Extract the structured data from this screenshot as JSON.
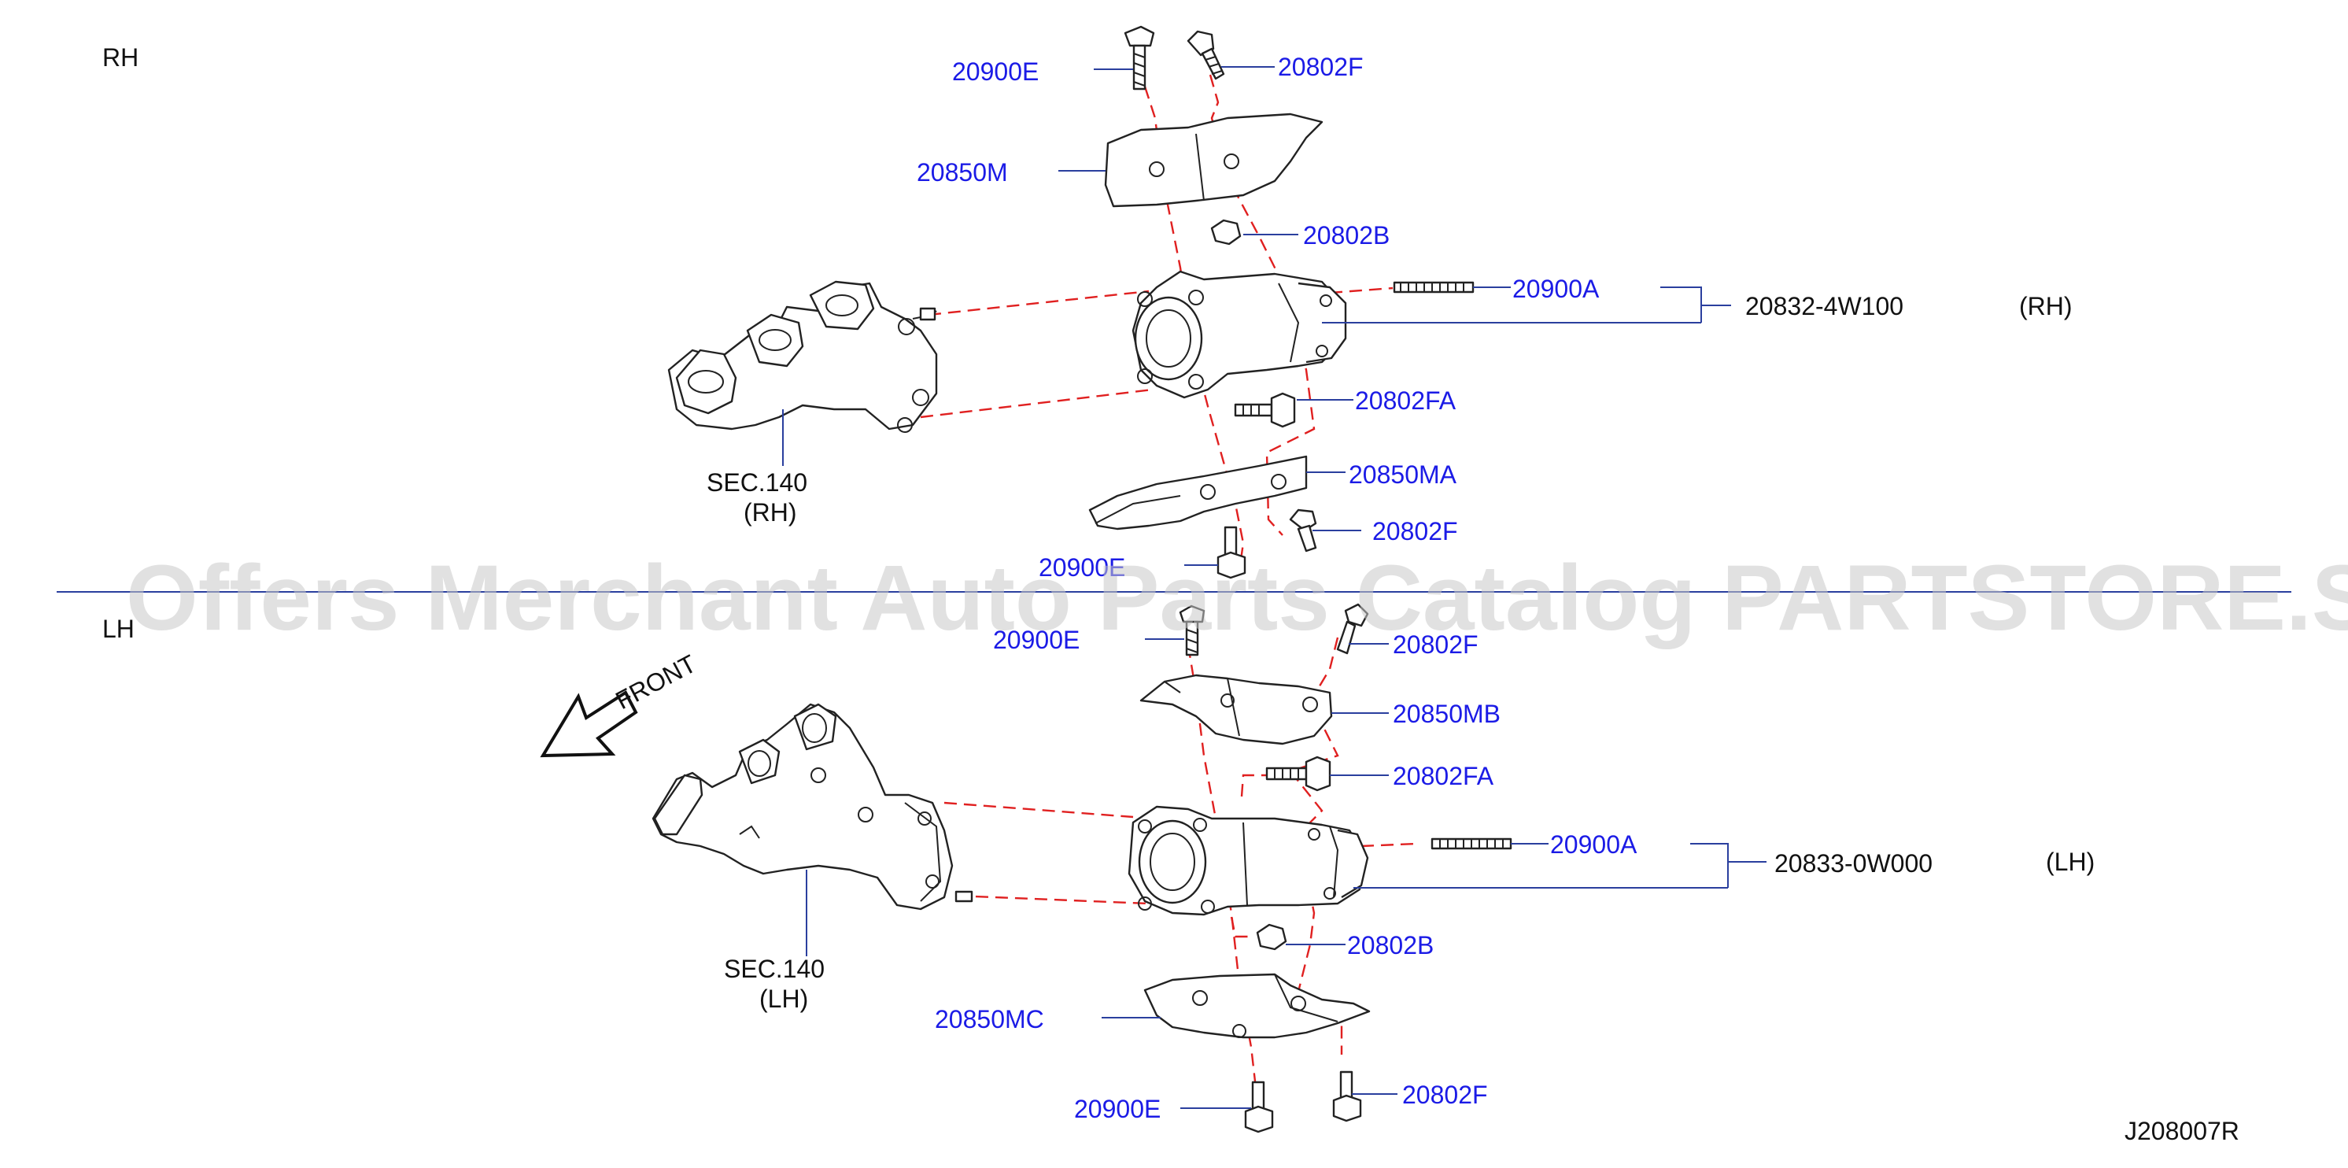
{
  "sections": {
    "rh": "RH",
    "lh": "LH"
  },
  "watermark": "Offers Merchant Auto Parts Catalog PARTSTORE.SA",
  "front_label": "FRONT",
  "diagram_id": "J208007R",
  "rh_callouts": {
    "bolt_e_top": "20900E",
    "bolt_f_top": "20802F",
    "heat_shield_m": "20850M",
    "nut_b": "20802B",
    "stud_a": "20900A",
    "assembly_part": "20832-4W100",
    "assembly_side": "(RH)",
    "bolt_fa": "20802FA",
    "heat_shield_ma": "20850MA",
    "bolt_f_bottom": "20802F",
    "bolt_e_bottom": "20900E",
    "sec_ref": "SEC.140",
    "sec_side": "(RH)"
  },
  "lh_callouts": {
    "bolt_e_top": "20900E",
    "bolt_f_top": "20802F",
    "heat_shield_mb": "20850MB",
    "bolt_fa": "20802FA",
    "stud_a": "20900A",
    "assembly_part": "20833-0W000",
    "assembly_side": "(LH)",
    "nut_b": "20802B",
    "heat_shield_mc": "20850MC",
    "bolt_e_bottom": "20900E",
    "bolt_f_bottom": "20802F",
    "sec_ref": "SEC.140",
    "sec_side": "(LH)"
  },
  "colors": {
    "callout_text": "#1b1be6",
    "leader": "#2a3f9e",
    "dashed_guides": "#e02020",
    "parts": "#222222",
    "watermark": "#c9c9c9"
  }
}
